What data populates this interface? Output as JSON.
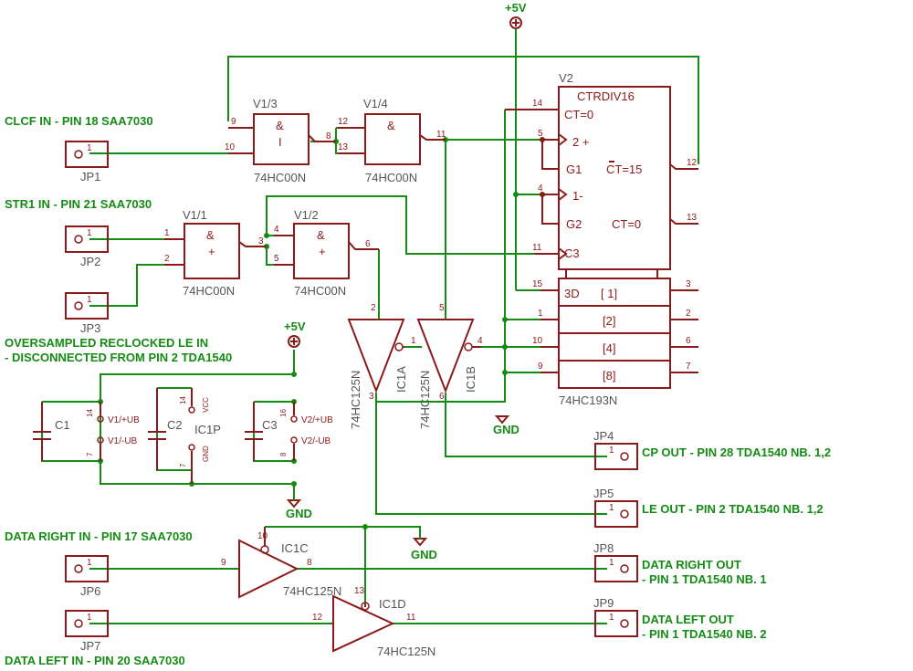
{
  "power": {
    "vcc_top": "+5V",
    "vcc_mid": "+5V",
    "gnd": "GND"
  },
  "labels": {
    "clcf_in": "CLCF IN - PIN 18 SAA7030",
    "str1_in": "STR1 IN - PIN 21 SAA7030",
    "ovs_le_in": "OVERSAMPLED RECLOCKED LE IN",
    "ovs_le_note": " - DISCONNECTED FROM PIN 2 TDA1540",
    "cp_out": "CP OUT - PIN 28 TDA1540 NB. 1,2",
    "le_out": "LE OUT - PIN 2 TDA1540 NB. 1,2",
    "data_right_in": "DATA RIGHT IN - PIN 17 SAA7030",
    "data_right_out": "DATA RIGHT OUT",
    "data_right_out_pin": " - PIN 1 TDA1540 NB. 1",
    "data_left_out": "DATA LEFT OUT",
    "data_left_out_pin": " - PIN 1 TDA1540 NB. 2",
    "data_left_in": "DATA LEFT IN - PIN 20 SAA7030"
  },
  "jumpers": [
    "JP1",
    "JP2",
    "JP3",
    "JP4",
    "JP5",
    "JP6",
    "JP7",
    "JP8",
    "JP9"
  ],
  "gates": {
    "v1_1": "V1/1",
    "v1_2": "V1/2",
    "v1_3": "V1/3",
    "v1_4": "V1/4",
    "hc00": "74HC00N",
    "and_sym": "&",
    "plus": "+",
    "one": "1"
  },
  "buffers": {
    "ic1a": "IC1A",
    "ic1b": "IC1B",
    "ic1c": "IC1C",
    "ic1d": "IC1D",
    "hc125": "74HC125N"
  },
  "counter": {
    "ref": "V2",
    "title": "CTRDIV16",
    "part": "74HC193N",
    "ct0": "CT=0",
    "plus2": "2 +",
    "g1": "G1",
    "ct15": "CT=15",
    "minus1": "1-",
    "g2": "G2",
    "ct0b": "CT=0",
    "c3": "C3",
    "d3": "3D",
    "b1": "[ 1]",
    "b2": "[2]",
    "b4": "[4]",
    "b8": "[8]"
  },
  "supply": {
    "c1": "C1",
    "c2": "C2",
    "c3": "C3",
    "ic1p": "IC1P",
    "v1ub_p": "V1/+UB",
    "v1ub_m": "V1/-UB",
    "v2ub_p": "V2/+UB",
    "v2ub_m": "V2/-UB",
    "vcc": "VCC",
    "gnd": "GND"
  }
}
